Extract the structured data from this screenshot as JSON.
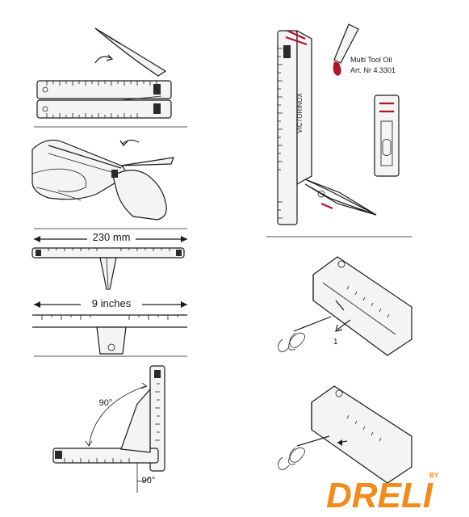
{
  "panels": {
    "length_metric": {
      "label": "230 mm"
    },
    "length_imperial": {
      "label": "9 inches"
    },
    "angle_upper": {
      "label": "90°"
    },
    "angle_lower": {
      "label": "90°"
    },
    "oil": {
      "line1": "Multi Tool Oil",
      "line2": "Art. Nr 4.3301"
    },
    "tool_brand": {
      "text": "VICTORINOX"
    },
    "corkscrew_step": {
      "number": "1"
    }
  },
  "logo": {
    "text": "DRELI",
    "by": "BY"
  },
  "colors": {
    "accent": "#b3122b",
    "logo_orange": "#f28a1c",
    "ink": "#1a1a1a"
  }
}
